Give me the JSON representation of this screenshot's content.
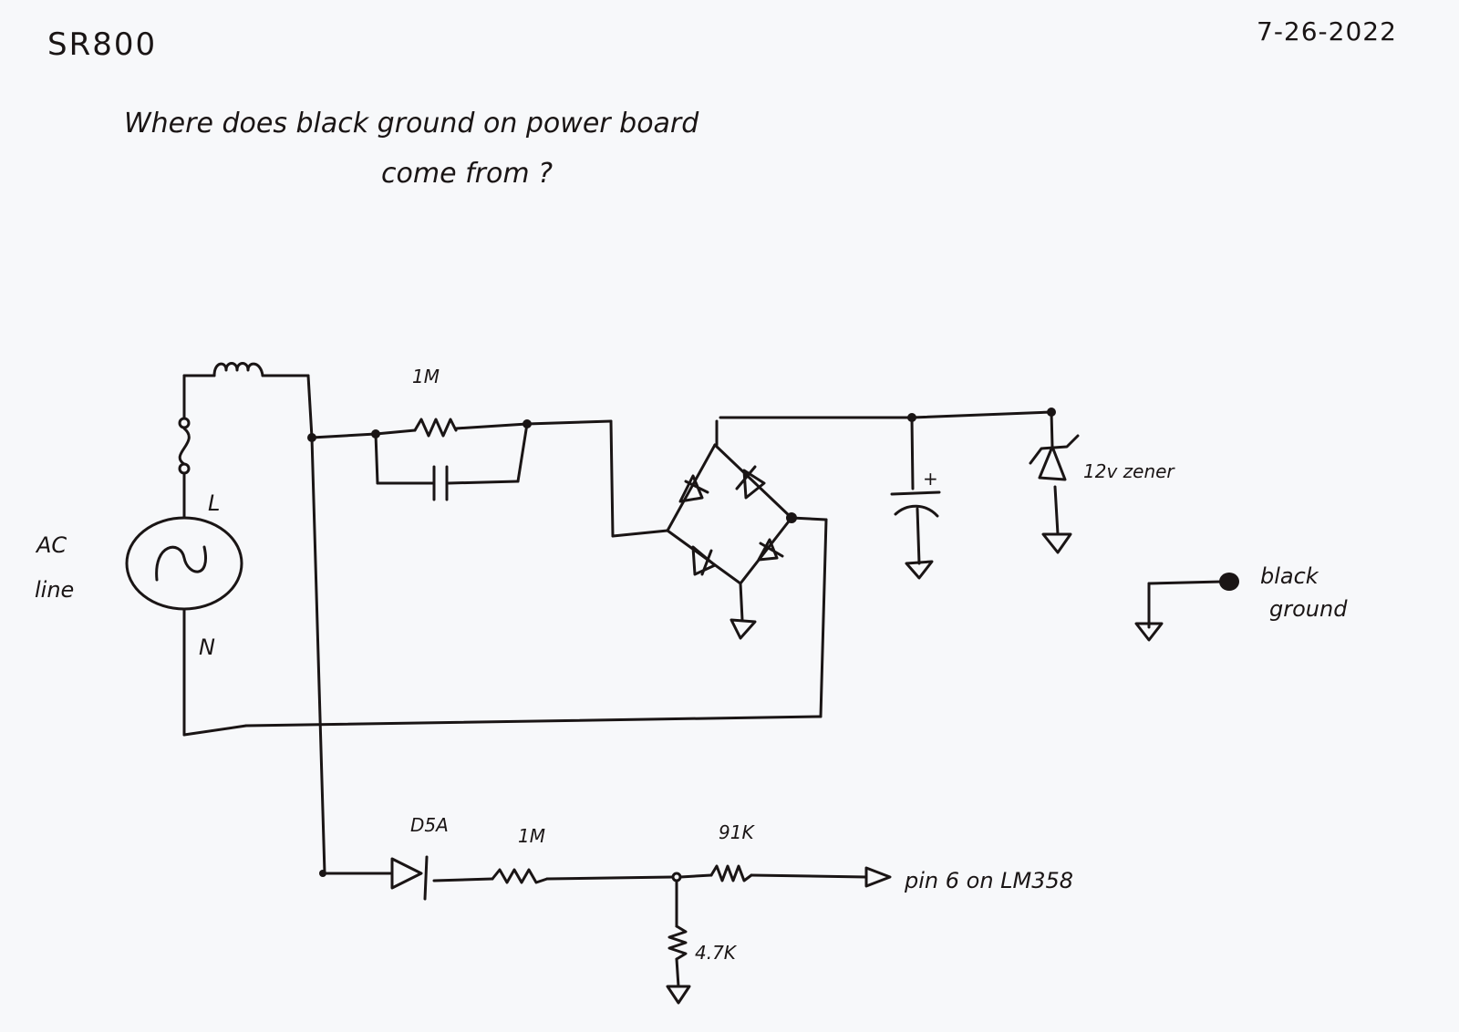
{
  "page": {
    "title": "SR800",
    "date": "7-26-2022",
    "question_line1": "Where does black ground on power board",
    "question_line2": "come from ?"
  },
  "schematic": {
    "source": {
      "label_line1": "AC",
      "label_line2": "line",
      "live_label": "L",
      "neutral_label": "N",
      "symbol": "~"
    },
    "input_network": {
      "resistor_label": "1M",
      "parallel_component": "capacitor"
    },
    "bridge_rectifier": {
      "diodes": 4
    },
    "filter_capacitor": {
      "polarity_label": "+"
    },
    "zener": {
      "label": "12v zener"
    },
    "black_ground_note": {
      "label_line1": "black",
      "label_line2": "ground"
    },
    "sense_chain": {
      "diode_label": "D5A",
      "series_resistor_label": "1M",
      "output_resistor_label": "91K",
      "divider_resistor_label": "4.7K",
      "output_label": "pin 6   on LM358"
    }
  }
}
